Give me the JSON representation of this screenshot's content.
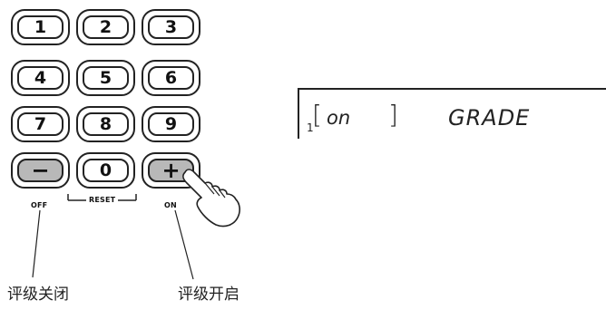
{
  "keypad": {
    "keys": [
      {
        "label": "1"
      },
      {
        "label": "2"
      },
      {
        "label": "3"
      },
      {
        "label": "4"
      },
      {
        "label": "5"
      },
      {
        "label": "6"
      },
      {
        "label": "7"
      },
      {
        "label": "8"
      },
      {
        "label": "9"
      },
      {
        "label": "−"
      },
      {
        "label": "0"
      },
      {
        "label": "+"
      }
    ],
    "minus_caption": "OFF",
    "zero_caption": "RESET",
    "plus_caption": "ON"
  },
  "annotations": {
    "off_label": "评级关闭",
    "on_label": "评级开启"
  },
  "display": {
    "number": "1",
    "bracket_value": "on",
    "function": "GRADE"
  }
}
